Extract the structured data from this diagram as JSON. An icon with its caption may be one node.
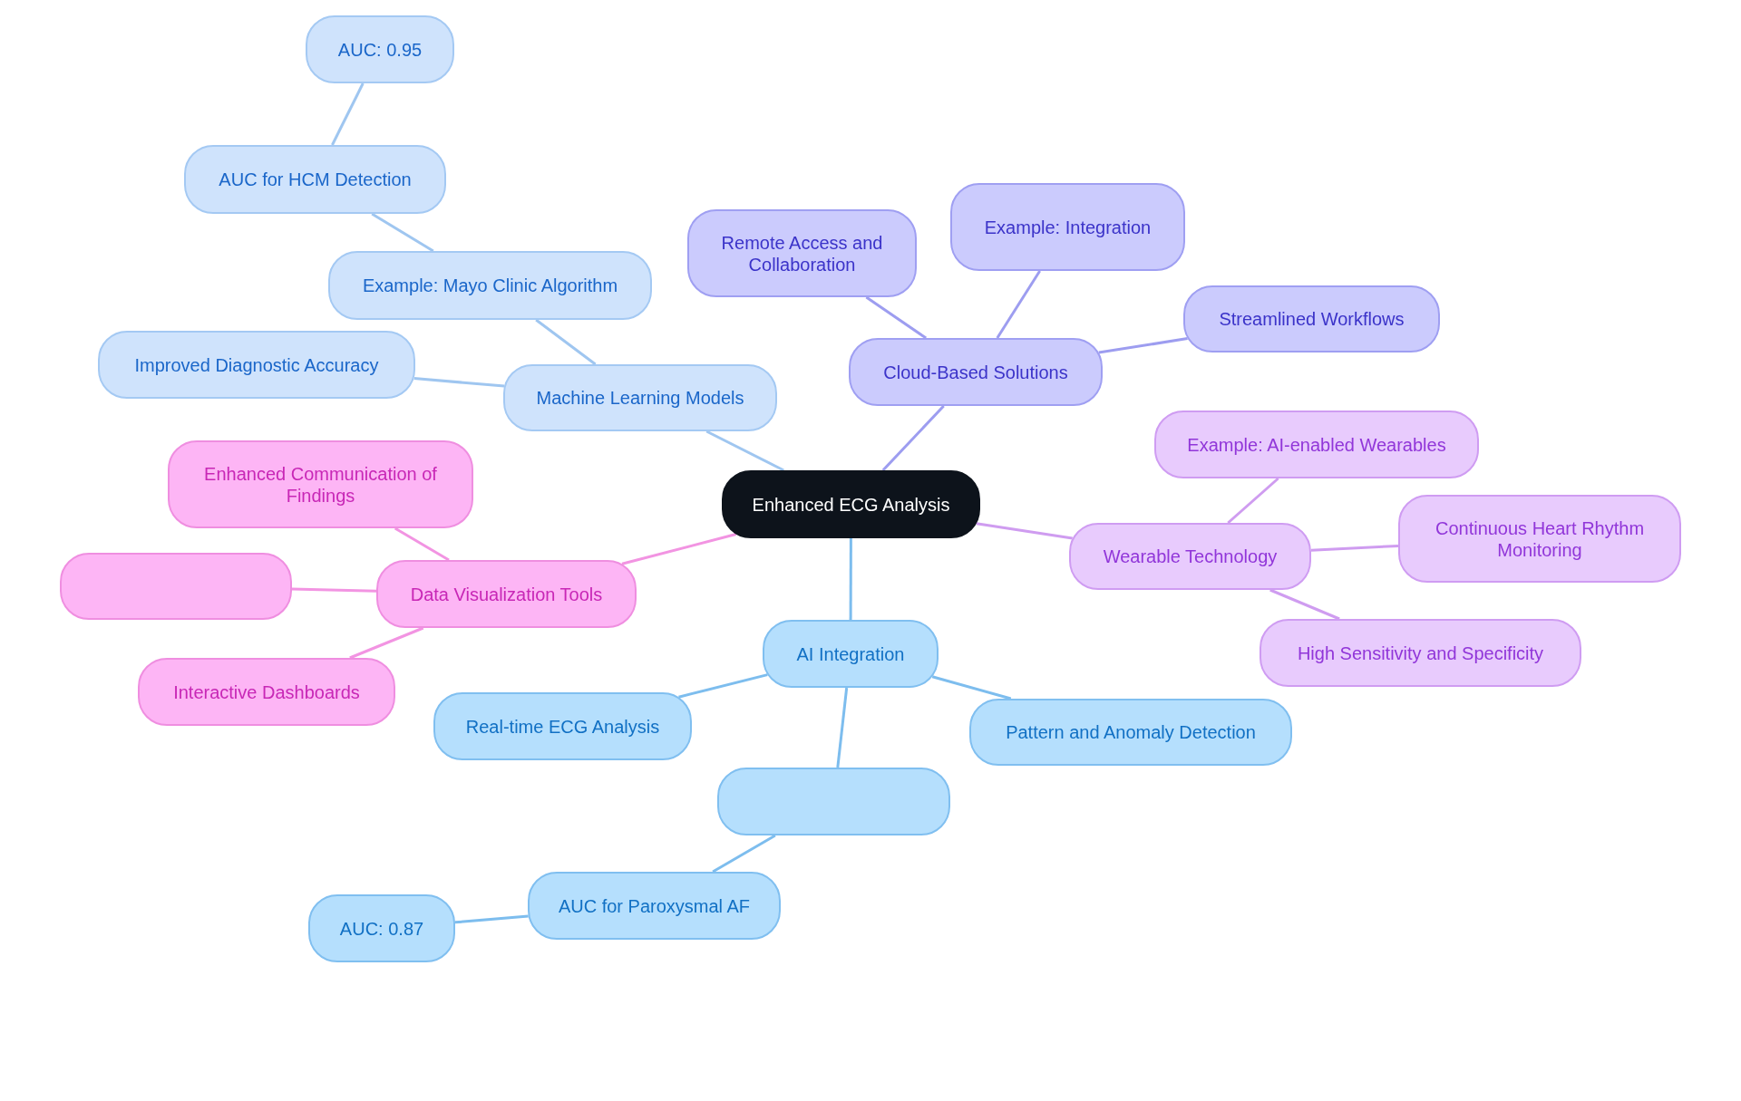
{
  "diagram": {
    "nodes": [
      {
        "text": [
          "Enhanced ECG Analysis"
        ]
      },
      {
        "text": [
          "Machine Learning Models"
        ]
      },
      {
        "text": [
          "Example: Mayo Clinic Algorithm"
        ]
      },
      {
        "text": [
          "AUC for HCM Detection"
        ]
      },
      {
        "text": [
          "AUC: 0.95"
        ]
      },
      {
        "text": [
          "Improved Diagnostic Accuracy"
        ]
      },
      {
        "text": [
          "Cloud-Based Solutions"
        ]
      },
      {
        "text": [
          "Remote Access and Collaboration"
        ]
      },
      {
        "text": [
          "Example: Integration"
        ]
      },
      {
        "text": [
          "Streamlined Workflows"
        ]
      },
      {
        "text": [
          "Wearable Technology"
        ]
      },
      {
        "text": [
          "Example: AI-enabled Wearables"
        ]
      },
      {
        "text": [
          "Continuous Heart Rhythm Monitoring"
        ]
      },
      {
        "text": [
          "High Sensitivity and Specificity"
        ]
      },
      {
        "text": [
          "AI Integration"
        ]
      },
      {
        "text": [
          "Real-time ECG Analysis"
        ]
      },
      {
        "text": [
          "Pattern and Anomaly Detection"
        ]
      },
      {
        "text": [],
        "shape": "box"
      },
      {
        "text": [
          "AUC for Paroxysmal AF"
        ]
      },
      {
        "text": [
          "AUC: 0.87"
        ]
      },
      {
        "text": [
          "Data Visualization Tools"
        ]
      },
      {
        "text": [
          "Enhanced Communication of Findings"
        ]
      },
      {
        "text": [],
        "shape": "box"
      },
      {
        "text": [
          "Interactive Dashboards"
        ]
      }
    ],
    "edges": [
      {
        "from": 0,
        "to": 1,
        "arrow": "none",
        "color": "#9fc6f0"
      },
      {
        "from": 1,
        "to": 2,
        "arrow": "none",
        "color": "#9fc6f0"
      },
      {
        "from": 2,
        "to": 3,
        "arrow": "none",
        "color": "#9fc6f0"
      },
      {
        "from": 3,
        "to": 4,
        "arrow": "none",
        "color": "#9fc6f0"
      },
      {
        "from": 1,
        "to": 5,
        "arrow": "none",
        "color": "#9fc6f0"
      },
      {
        "from": 0,
        "to": 6,
        "arrow": "none",
        "color": "#9d9df0"
      },
      {
        "from": 6,
        "to": 7,
        "arrow": "none",
        "color": "#9d9df0"
      },
      {
        "from": 6,
        "to": 8,
        "arrow": "none",
        "color": "#9d9df0"
      },
      {
        "from": 6,
        "to": 9,
        "arrow": "none",
        "color": "#9d9df0"
      },
      {
        "from": 0,
        "to": 10,
        "arrow": "none",
        "color": "#cf9cf0"
      },
      {
        "from": 10,
        "to": 11,
        "arrow": "none",
        "color": "#cf9cf0"
      },
      {
        "from": 10,
        "to": 12,
        "arrow": "none",
        "color": "#cf9cf0"
      },
      {
        "from": 10,
        "to": 13,
        "arrow": "none",
        "color": "#cf9cf0"
      },
      {
        "from": 0,
        "to": 14,
        "arrow": "none",
        "color": "#7dbdee"
      },
      {
        "from": 14,
        "to": 15,
        "arrow": "none",
        "color": "#7dbdee"
      },
      {
        "from": 14,
        "to": 16,
        "arrow": "none",
        "color": "#7dbdee"
      },
      {
        "from": 14,
        "to": 17,
        "arrow": "none",
        "color": "#7dbdee"
      },
      {
        "from": 17,
        "to": 18,
        "arrow": "none",
        "color": "#7dbdee"
      },
      {
        "from": 18,
        "to": 19,
        "arrow": "none",
        "color": "#7dbdee"
      },
      {
        "from": 0,
        "to": 20,
        "arrow": "none",
        "color": "#f294e2"
      },
      {
        "from": 20,
        "to": 21,
        "arrow": "none",
        "color": "#f294e2"
      },
      {
        "from": 20,
        "to": 22,
        "arrow": "none",
        "color": "#f294e2"
      },
      {
        "from": 20,
        "to": 23,
        "arrow": "none",
        "color": "#f294e2"
      }
    ]
  }
}
